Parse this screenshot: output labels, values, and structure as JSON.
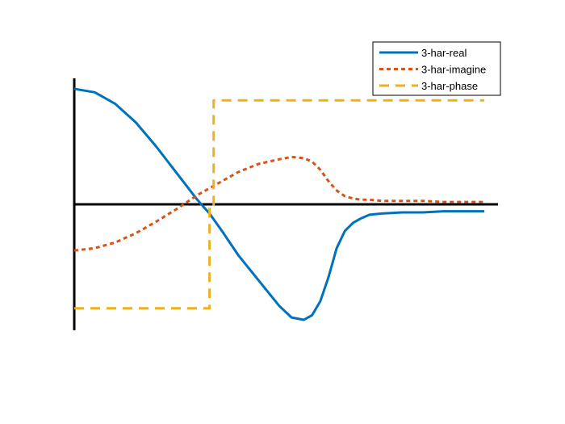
{
  "chart_data": {
    "type": "line",
    "title": "",
    "xlabel": "",
    "ylabel": "",
    "xlim": [
      0,
      1
    ],
    "ylim": [
      -1.1,
      1.1
    ],
    "grid": false,
    "legend_position": "top-right",
    "series": [
      {
        "name": "3-har-real",
        "color": "#0072BD",
        "style": "solid",
        "x": [
          0.0,
          0.05,
          0.1,
          0.15,
          0.2,
          0.25,
          0.3,
          0.33,
          0.36,
          0.4,
          0.45,
          0.5,
          0.53,
          0.56,
          0.58,
          0.6,
          0.62,
          0.64,
          0.66,
          0.68,
          0.7,
          0.72,
          0.75,
          0.8,
          0.85,
          0.9,
          0.95,
          1.0
        ],
        "y": [
          1.0,
          0.97,
          0.87,
          0.71,
          0.5,
          0.27,
          0.04,
          -0.08,
          -0.23,
          -0.44,
          -0.66,
          -0.88,
          -0.98,
          -1.0,
          -0.96,
          -0.84,
          -0.63,
          -0.38,
          -0.23,
          -0.16,
          -0.12,
          -0.09,
          -0.08,
          -0.07,
          -0.07,
          -0.06,
          -0.06,
          -0.06
        ]
      },
      {
        "name": "3-har-imagine",
        "color": "#D95319",
        "style": "dotted",
        "x": [
          0.0,
          0.05,
          0.1,
          0.15,
          0.2,
          0.25,
          0.3,
          0.33,
          0.36,
          0.4,
          0.45,
          0.5,
          0.53,
          0.56,
          0.58,
          0.6,
          0.62,
          0.64,
          0.66,
          0.68,
          0.7,
          0.72,
          0.75,
          0.8,
          0.85,
          0.9,
          0.95,
          1.0
        ],
        "y": [
          -0.4,
          -0.38,
          -0.33,
          -0.25,
          -0.15,
          -0.04,
          0.08,
          0.14,
          0.2,
          0.28,
          0.35,
          0.39,
          0.41,
          0.4,
          0.37,
          0.3,
          0.2,
          0.12,
          0.07,
          0.05,
          0.04,
          0.04,
          0.03,
          0.03,
          0.03,
          0.02,
          0.02,
          0.02
        ]
      },
      {
        "name": "3-har-phase",
        "color": "#EDB120",
        "style": "dashed",
        "x": [
          0.0,
          0.33,
          0.33,
          0.34,
          0.34,
          1.0
        ],
        "y": [
          -0.9,
          -0.9,
          0.0,
          0.0,
          0.9,
          0.9
        ]
      }
    ]
  }
}
